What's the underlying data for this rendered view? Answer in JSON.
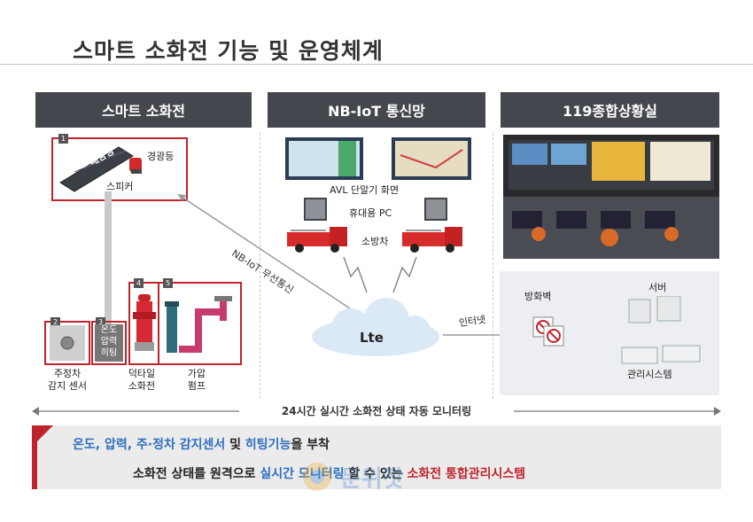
{
  "title": "스마트 소화전 기능 및 운영체계",
  "columns": {
    "left": "스마트 소화전",
    "middle": "NB-IoT  통신망",
    "right": "119종합상황실"
  },
  "left": {
    "badges": [
      "1",
      "2",
      "3",
      "4",
      "5"
    ],
    "solar": "태양광",
    "warning_light": "경광등",
    "speaker": "스피커",
    "sensor_inner": [
      "온도",
      "압력",
      "히팅"
    ],
    "parking_sensor": [
      "주정차",
      "감지 센서"
    ],
    "hydrant": [
      "덕타일",
      "소화전"
    ],
    "pump": [
      "가압",
      "펌프"
    ]
  },
  "middle": {
    "avl": "AVL 단말기 화면",
    "portable_pc": "휴대용 PC",
    "fire_truck": "소방차",
    "wireless": "NB-IoT 무선통신",
    "lte": "Lte"
  },
  "right": {
    "firewall": "방화벽",
    "server": "서버",
    "mgmt": "관리시스템",
    "internet": "인터넷"
  },
  "monitoring": "24시간 실시간 소화전 상태 자동 모니터링",
  "summary": {
    "l1_a": "온도, 압력, 주·정차 감지센서",
    "l1_b": " 및 ",
    "l1_c": "히팅기능",
    "l1_d": "을 부착",
    "l2_a": "소화전 상태를 원격으로 ",
    "l2_b": "실시간 모니터링",
    "l2_c": " 할 수 있는 ",
    "l2_d": "소화전 통합관리시스템"
  },
  "watermark": "문위잣",
  "colors": {
    "accent_red": "#c0242b",
    "header_gray": "#44474d",
    "blue": "#2e6fc0"
  }
}
